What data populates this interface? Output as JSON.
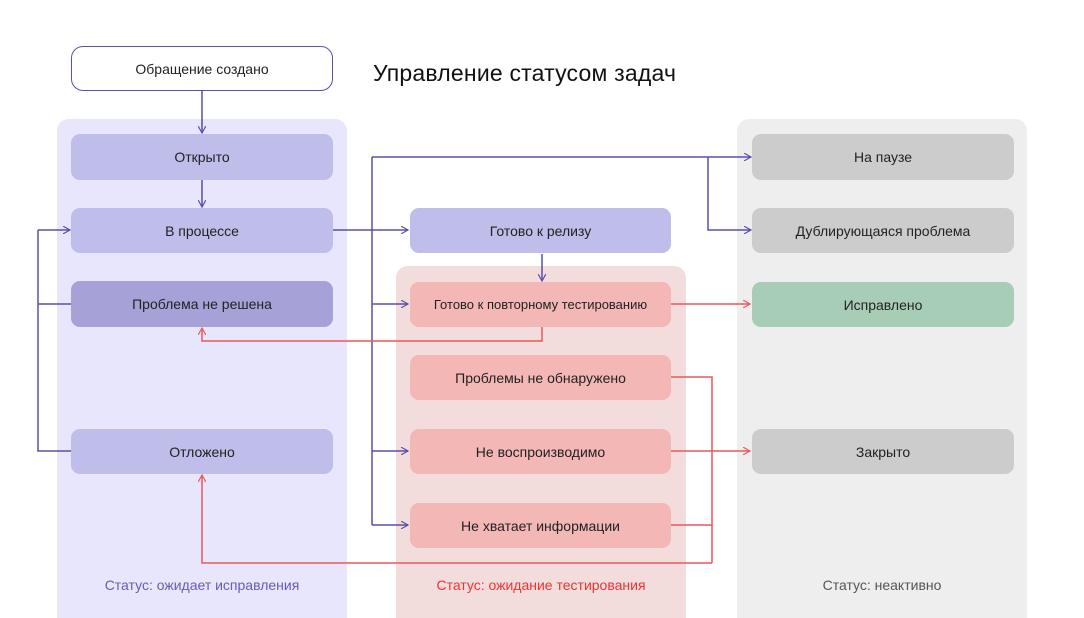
{
  "title": "Управление статусом задач",
  "lanes": {
    "fix": {
      "caption": "Статус: ожидает исправления"
    },
    "test": {
      "caption": "Статус: ожидание тестирования"
    },
    "idle": {
      "caption": "Статус: неактивно"
    }
  },
  "nodes": {
    "created": "Обращение создано",
    "open": "Открыто",
    "in_progress": "В процессе",
    "not_solved": "Проблема не решена",
    "postponed": "Отложено",
    "ready": "Готово к релизу",
    "retest": "Готово к повторному тестированию",
    "no_problems": "Проблемы не обнаружено",
    "not_repro": "Не воспроизводимо",
    "no_info": "Не хватает информации",
    "paused": "На паузе",
    "duplicate": "Дублирующаяся проблема",
    "fixed": "Исправлено",
    "closed": "Закрыто"
  },
  "colors": {
    "edge_purple": "#5b4fa8",
    "edge_red": "#e9595a"
  }
}
